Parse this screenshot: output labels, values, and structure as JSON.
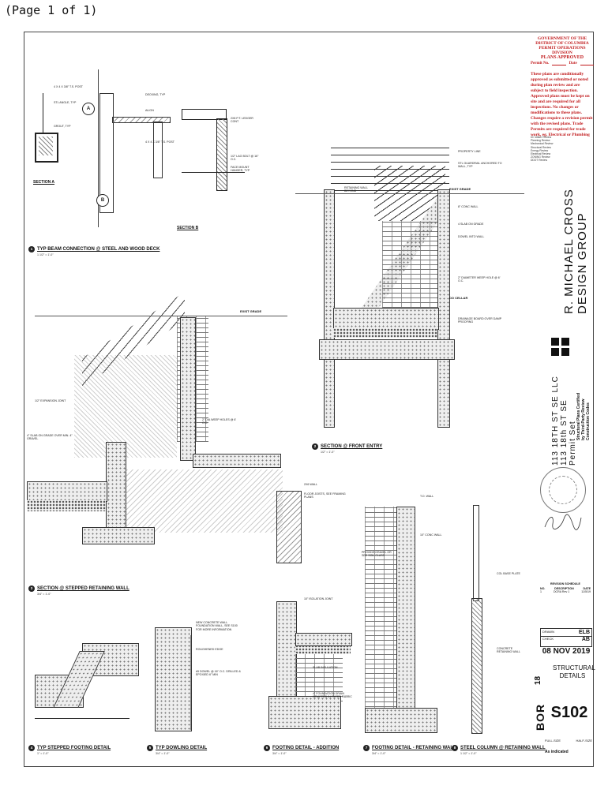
{
  "page_label": "(Page 1 of 1)",
  "stamp": {
    "agency": "GOVERNMENT OF THE DISTRICT OF COLUMBIA",
    "division": "PERMIT OPERATIONS DIVISION",
    "status": "PLANS APPROVED",
    "permit_label": "Permit No.",
    "date_label": "Date",
    "conditions": "These plans are conditionally approved as submitted or noted during plan review and are subject to field inspection. Approved plans must be kept on site and are required for all inspections. No changes or modifications to these plans. Changes require a revision permit with the revised plans. Trade Permits are required for trade work, eg. Electrical or Plumbing",
    "reviews": [
      "DC Water Review",
      "Planning Review",
      "Mechanical Review",
      "Structural Review",
      "Energy Review",
      "Electrical Review",
      "ZONING Review",
      "DDOT Review"
    ]
  },
  "firm": {
    "name_line1": "R. MICHAEL CROSS",
    "name_line2": "DESIGN GROUP"
  },
  "project": {
    "line1": "113 18TH ST SE LLC",
    "line2": "113 18th ST SE",
    "line3": "Permit Set",
    "cert_line1": "Structural Plans Certified",
    "cert_line2": "by Third-Party Review",
    "cert_line3": "Construction Codes"
  },
  "revisions": {
    "title": "REVISION SCHEDULE",
    "headers": [
      "NO.",
      "DESCRIPTION",
      "DATE"
    ],
    "rows": [
      [
        "1",
        "DCRA Rev 1",
        "11/5/19"
      ]
    ]
  },
  "titleblock": {
    "drawn_label": "DRAWN",
    "drawn_value": "ELB",
    "check_label": "CHECK",
    "check_value": "AB",
    "date": "08 NOV 2019",
    "sheet_title": "STRUCTURAL DETAILS",
    "code": "BOR",
    "code_no": "18",
    "sheet_no": "S102",
    "full_size": "FULL-SIZE",
    "half_size": "HALF-SIZE",
    "as_indicated": "As indicated"
  },
  "details": [
    {
      "num": "1",
      "title": "TYP BEAM CONNECTION @ STEEL AND WOOD DECK",
      "scale": "1 1/2\" = 1'-0\""
    },
    {
      "num": "2",
      "title": "SECTION @ FRONT ENTRY",
      "scale": "1/2\" = 1'-0\""
    },
    {
      "num": "3",
      "title": "SECTION @ STEPPED RETAINING WALL",
      "scale": "3/4\" = 1'-0\""
    },
    {
      "num": "4",
      "title": "TYP STEPPED FOOTING DETAIL",
      "scale": "1\" = 1'-0\""
    },
    {
      "num": "5",
      "title": "TYP DOWLING DETAIL",
      "scale": "3/4\" = 1'-0\""
    },
    {
      "num": "6",
      "title": "FOOTING DETAIL - ADDITION",
      "scale": "3/4\" = 1'-0\""
    },
    {
      "num": "7",
      "title": "FOOTING DETAIL - RETAINING WALL",
      "scale": "3/4\" = 1'-0\""
    },
    {
      "num": "8",
      "title": "STEEL COLUMN @ RETAINING WALL",
      "scale": "1 1/2\" = 1'-0\""
    }
  ],
  "labels": {
    "section_a": "SECTION A",
    "section_b": "SECTION B",
    "bubble_a": "A",
    "bubble_b": "B",
    "exist_grade": "EXIST GRADE",
    "do_cellar": "DO CELLAR",
    "n1": "4 X 4 X 3/8\" T.S. POST",
    "n2": "STL ANGLE, TYP",
    "n3": "GROUT, TYP",
    "n4": "DECKING, TYP",
    "n5": "ALIGN",
    "n6": "2X8 P.T. LEDGER CONT",
    "n7": "4 X 4 X 3/8\" T.S. POST",
    "n8": "1/2\" LAG BOLT @ 16\" O.C.",
    "n9": "FACE MOUNT HANGER, TYP",
    "n10": "PROPERTY LINE",
    "n11": "STL GUARDRAIL ANCHORED TO WALL, TYP",
    "n12": "8\" CONC WALL",
    "n13": "4 SLAB ON GRADE",
    "n14": "DOWEL INTO WALL",
    "n15": "2\" DIAMETER WEEP HOLE @ 6' O.C.",
    "n16": "DRAINAGE BOARD OVER DAMP PROOFING",
    "n17": "RETAINING WALL BEYOND",
    "n18": "1/2\" EXPANSION JOINT",
    "n19": "4\" SLAB ON GRADE OVER MIN. 4\" GRAVEL",
    "n20": "2\" DIA WEEP HOLES @ 6' O.C.",
    "n21": "NEW CONCRETE WALL FOUNDATION WALL, SEE S100 FOR MORE INFORMATION",
    "n22": "ROUGHENED EDGE",
    "n23": "#5 DOWEL @ 16\" O.C. DRILLED & EPOXIED 6\" MIN",
    "n24": "T.O. WALL",
    "n25": "10\" CONC WALL",
    "n26": "PROVIDE GRAVEL OR SEE SOIL CLASS",
    "n27": "COL BASE PLATE",
    "n28": "2X6 WALL",
    "n29": "FLOOR JOISTS, SEE FRAMING PLANS",
    "n30": "SLAB INSULATION",
    "n31": "4\" FOUNDATION DRAIN WRAPPED IN FILTER FABRIC",
    "n32": "CONCRETE RETAINING WALL",
    "n33": "10\" ISOLATION JOINT"
  }
}
